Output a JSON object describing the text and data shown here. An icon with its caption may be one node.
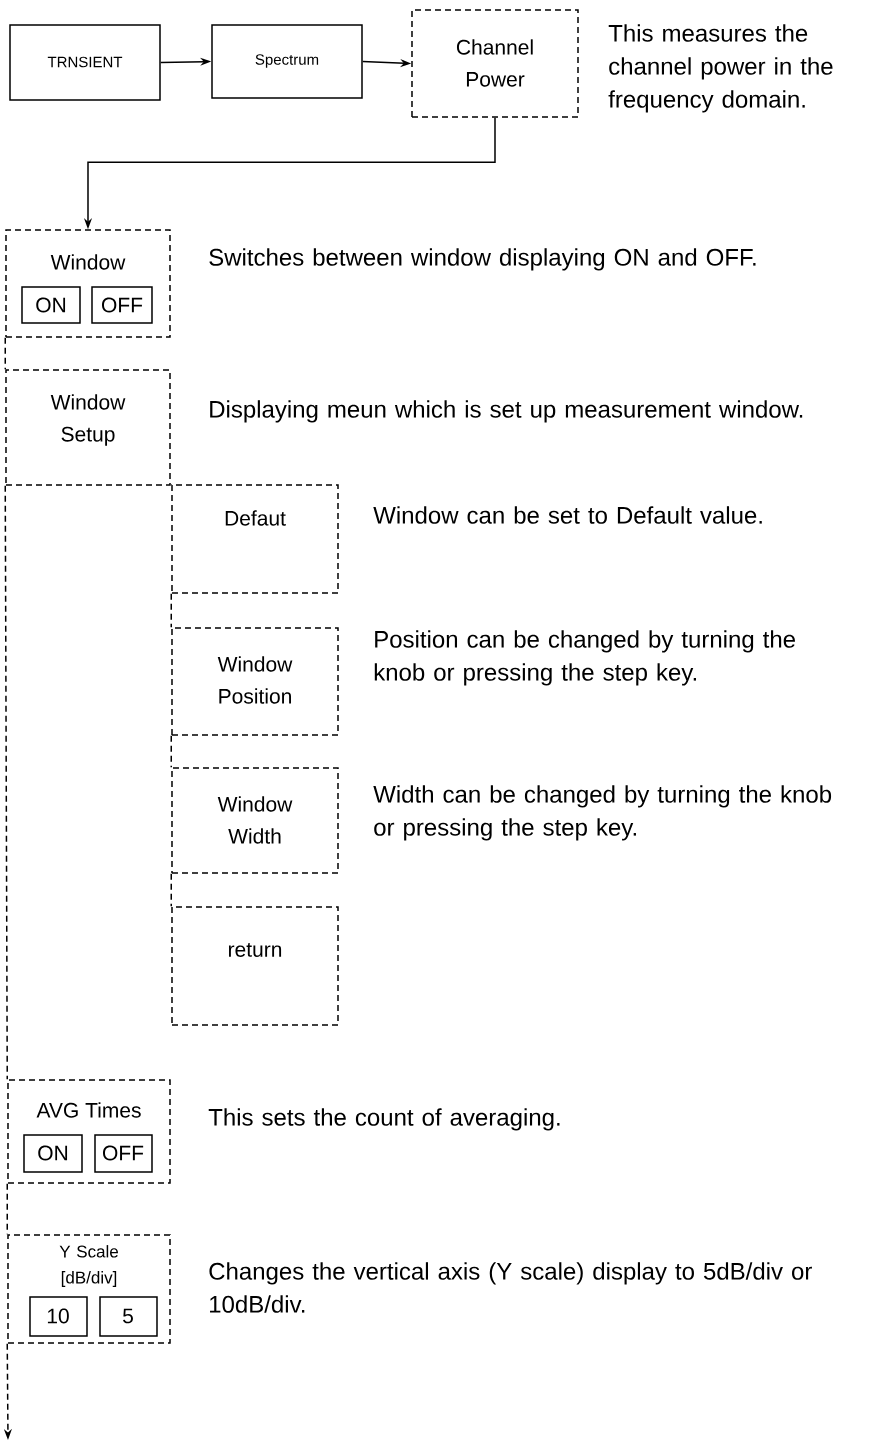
{
  "diagram": {
    "nodes": [
      {
        "text": [
          "TRNSIENT"
        ]
      },
      {
        "text": [
          "Spectrum"
        ]
      },
      {
        "text": [
          "Channel Power"
        ],
        "beside": [
          "This measures the channel power in the frequency domain."
        ]
      },
      {
        "text": [
          "Window"
        ],
        "beside": [
          "Switches between window displaying ON and OFF."
        ]
      },
      {
        "text": [
          "ON"
        ],
        "in": 3
      },
      {
        "text": [
          "OFF"
        ],
        "in": 3
      },
      {
        "text": [
          "Window Setup"
        ],
        "beside": [
          "Displaying meun which is set up measurement window."
        ]
      },
      {
        "text": [
          "Defaut"
        ],
        "beside": [
          "Window can be set to Default value."
        ]
      },
      {
        "text": [
          "Window Position"
        ],
        "beside": [
          "Position can be changed by turning the knob or pressing the step key."
        ]
      },
      {
        "text": [
          "Window Width"
        ],
        "beside": [
          "Width can be changed by turning the knob or pressing the step key."
        ]
      },
      {
        "text": [
          "return"
        ]
      },
      {
        "text": [
          "AVG Times"
        ],
        "beside": [
          "This sets the count of averaging."
        ]
      },
      {
        "text": [
          "ON"
        ],
        "in": 11
      },
      {
        "text": [
          "OFF"
        ],
        "in": 11
      },
      {
        "text": [
          "Y Scale [dB/div]"
        ],
        "beside": [
          "Changes the vertical axis (Y scale) display to 5dB/div or 10dB/div."
        ]
      },
      {
        "text": [
          "10"
        ],
        "in": 14
      },
      {
        "text": [
          "5"
        ],
        "in": 14
      }
    ],
    "edges": [
      {
        "from": 0,
        "to": 1,
        "arrow": "to"
      },
      {
        "from": 1,
        "to": 2,
        "arrow": "to"
      },
      {
        "from": 2,
        "to": 3,
        "arrow": "to"
      },
      {
        "from": 3,
        "to": 6,
        "arrow": "none",
        "style": "dashed"
      },
      {
        "from": 6,
        "to": 11,
        "arrow": "none",
        "style": "dashed"
      },
      {
        "from": 11,
        "to": 14,
        "arrow": "none",
        "style": "dashed"
      },
      {
        "from": 14,
        "to": null,
        "arrow": "to",
        "style": "dashed"
      },
      {
        "from": 7,
        "to": 8,
        "arrow": "none",
        "style": "dashed"
      },
      {
        "from": 8,
        "to": 9,
        "arrow": "none",
        "style": "dashed"
      },
      {
        "from": 9,
        "to": 10,
        "arrow": "none",
        "style": "dashed"
      }
    ]
  }
}
